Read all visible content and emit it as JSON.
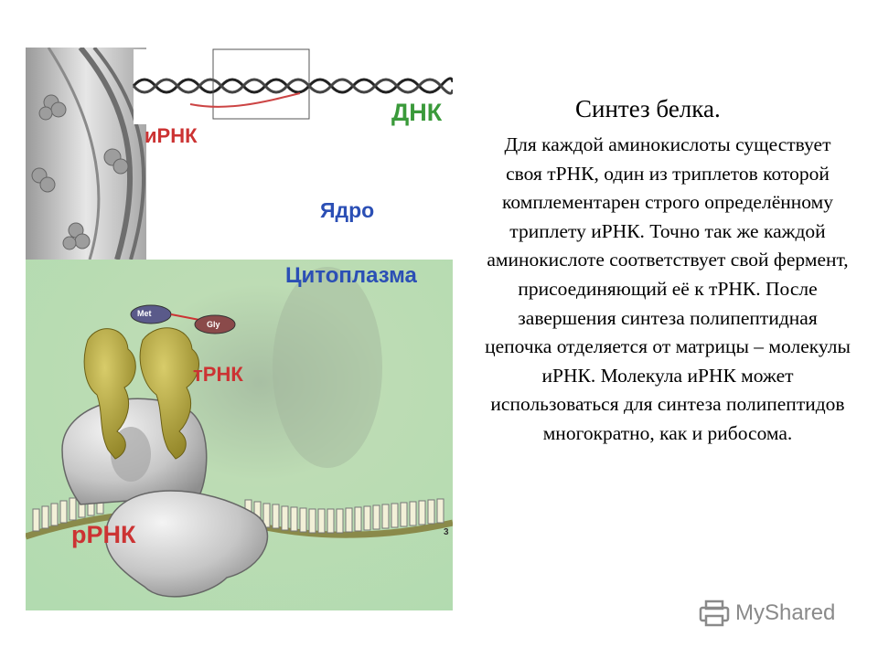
{
  "slide": {
    "title": "Синтез белка.",
    "body": "Для каждой аминокислоты существует своя тРНК, один из триплетов которой комплементарен строго определённому триплету иРНК. Точно так же каждой аминокислоте соответствует свой фермент, присоединяющий её к тРНК.  После завершения синтеза полипептидная цепочка отделяется от матрицы – молекулы иРНК. Молекула иРНК может использоваться для синтеза полипептидов многократно, как  и рибосома."
  },
  "figure": {
    "labels": {
      "dna": "ДНК",
      "irna": "иРНК",
      "nucleus": "Ядро",
      "cytoplasm": "Цитоплазма",
      "trna": "тРНК",
      "rrna": "рРНК",
      "met": "Met",
      "gly": "Gly",
      "figure_number": "3"
    },
    "colors": {
      "nucleus_gray": "#b5b5b5",
      "cytoplasm_green": "#b8dcb0",
      "trna_olive": "#b0a33a",
      "ribosome_gray": "#cfcfcf",
      "label_red": "#cc3333",
      "label_blue": "#2b4fb5",
      "label_green": "#3a9a3a"
    }
  },
  "watermark": {
    "text": "MyShared",
    "icon": "printer-icon"
  }
}
